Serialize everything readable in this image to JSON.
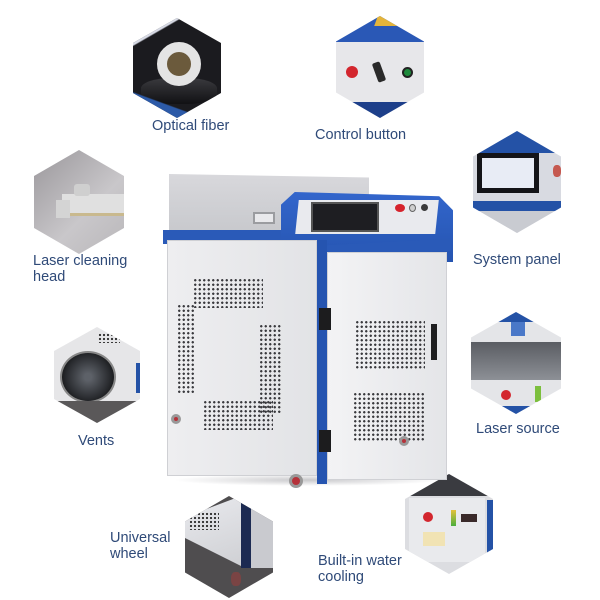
{
  "infographic": {
    "product": "Laser cleaning machine",
    "colors": {
      "label_text": "#2f4a78",
      "machine_blue": "#2a5ab8",
      "machine_body": "#e6e6e9",
      "background": "#ffffff"
    },
    "callouts": [
      {
        "id": "optical-fiber",
        "label": "Optical fiber"
      },
      {
        "id": "control-button",
        "label": "Control button"
      },
      {
        "id": "system-panel",
        "label": "System panel"
      },
      {
        "id": "laser-cleaning-head",
        "label": "Laser cleaning head",
        "label_lines": [
          "Laser cleaning",
          "head"
        ]
      },
      {
        "id": "laser-source",
        "label": "Laser source"
      },
      {
        "id": "vents",
        "label": "Vents"
      },
      {
        "id": "universal-wheel",
        "label": "Universal wheel",
        "label_lines": [
          "Universal",
          "wheel"
        ]
      },
      {
        "id": "built-in-water-cooling",
        "label": "Built-in water cooling",
        "label_lines": [
          "Built-in water",
          "cooling"
        ]
      }
    ]
  }
}
